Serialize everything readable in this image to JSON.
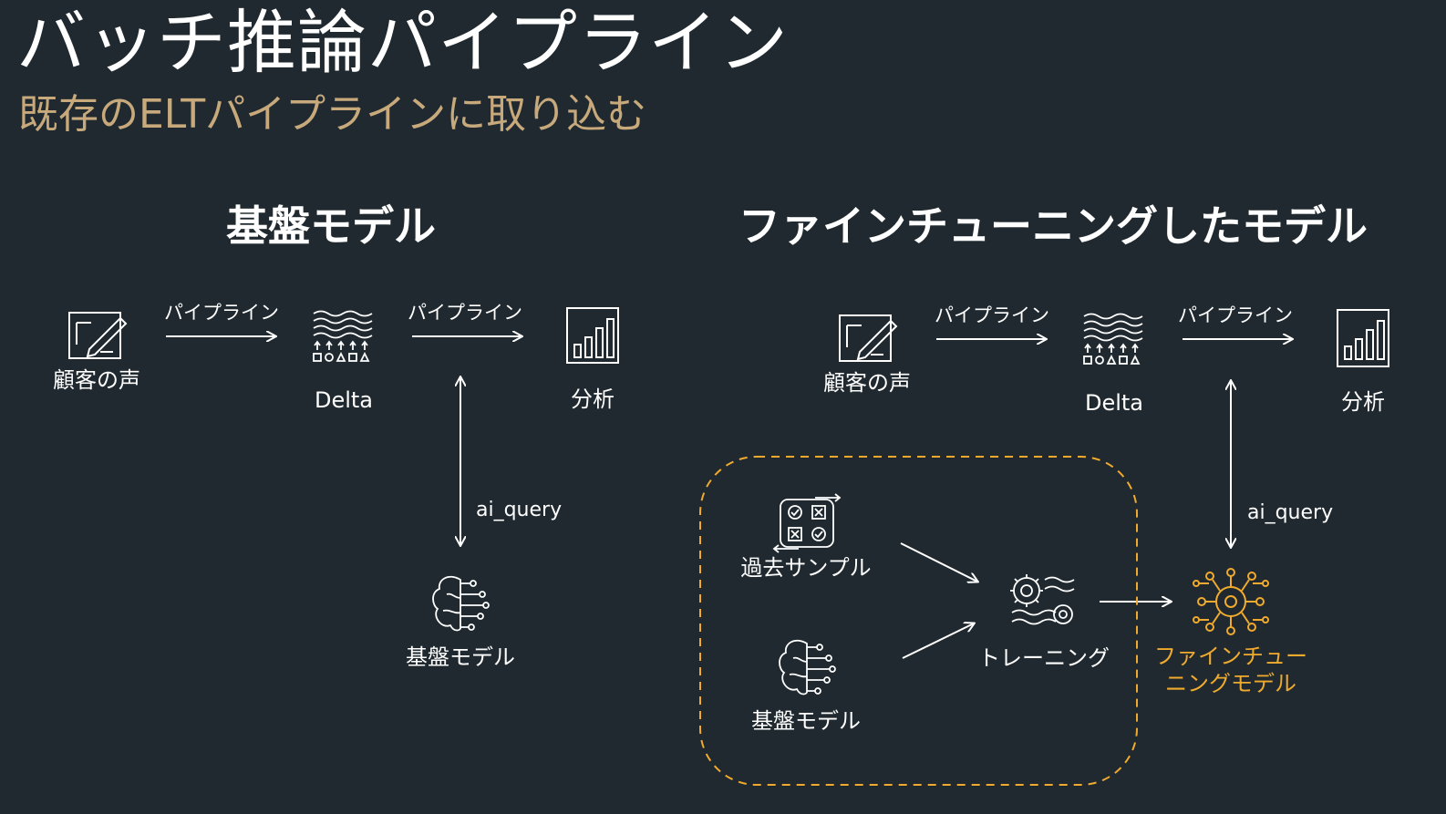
{
  "title": "バッチ推論パイプライン",
  "subtitle": "既存のELTパイプラインに取り込む",
  "left": {
    "heading": "基盤モデル",
    "source_label": "顧客の声",
    "pipe1_label": "パイプライン",
    "delta_label": "Delta",
    "pipe2_label": "パイプライン",
    "analysis_label": "分析",
    "query_label": "ai_query",
    "model_label": "基盤モデル"
  },
  "right": {
    "heading": "ファインチューニングしたモデル",
    "source_label": "顧客の声",
    "pipe1_label": "パイプライン",
    "delta_label": "Delta",
    "pipe2_label": "パイプライン",
    "analysis_label": "分析",
    "query_label": "ai_query",
    "samples_label": "過去サンプル",
    "base_model_label": "基盤モデル",
    "training_label": "トレーニング",
    "finetuned_line1": "ファインチュー",
    "finetuned_line2": "ニングモデル"
  },
  "colors": {
    "background": "#1f292f",
    "accent": "#f0ab2e",
    "subtitle": "#c7a97c"
  },
  "icons": [
    "form-edit-icon",
    "delta-lake-icon",
    "bar-chart-icon",
    "brain-icon",
    "checklist-icon",
    "gear-waves-icon",
    "neural-network-icon"
  ]
}
